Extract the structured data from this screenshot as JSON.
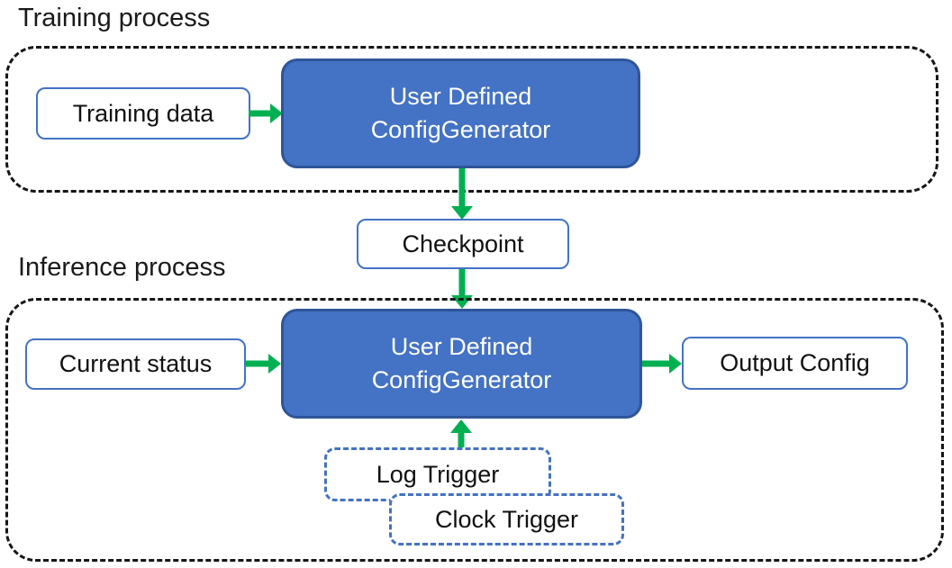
{
  "training": {
    "label": "Training process",
    "input_box": "Training data",
    "generator": {
      "line1": "User Defined",
      "line2": "ConfigGenerator"
    }
  },
  "checkpoint_label": "Checkpoint",
  "inference": {
    "label": "Inference process",
    "input_box": "Current status",
    "generator": {
      "line1": "User Defined",
      "line2": "ConfigGenerator"
    },
    "output_box": "Output Config",
    "triggers": {
      "log": "Log Trigger",
      "clock": "Clock Trigger"
    }
  },
  "colors": {
    "generator_fill": "#4472C4",
    "generator_border": "#2E5597",
    "box_border": "#4472C4",
    "trigger_border": "#4472C4",
    "arrow_green": "#00B050",
    "container_border": "#161616",
    "generator_text": "#FFFFFF",
    "label_text": "#1A1A1A"
  }
}
